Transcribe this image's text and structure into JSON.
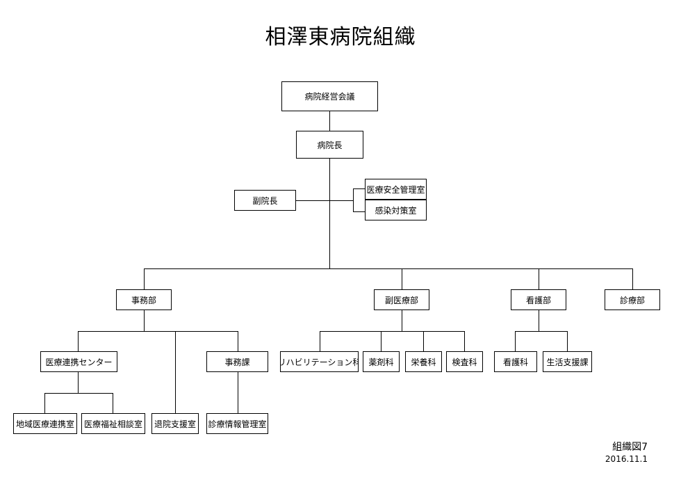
{
  "title": "相澤東病院組織",
  "nodes": {
    "management_council": "病院経営会議",
    "director": "病院長",
    "vice_director": "副院長",
    "medical_safety": "医療安全管理室",
    "infection_control": "感染対策室",
    "admin_dept": "事務部",
    "vice_medical_dept": "副医療部",
    "nursing_dept": "看護部",
    "clinical_dept": "診療部",
    "regional_liaison_center": "医療連携センター",
    "discharge_support": "退院支援室",
    "admin_section": "事務課",
    "regional_liaison_room": "地域医療連携室",
    "welfare_consult_room": "医療福祉相談室",
    "medical_info_room": "診療情報管理室",
    "rehab": "リハビリテーション科",
    "pharmacy": "薬剤科",
    "nutrition": "栄養科",
    "laboratory": "検査科",
    "nursing_section": "看護科",
    "life_support_section": "生活支援課"
  },
  "footer": {
    "figure_label": "組織図7",
    "date": "2016.11.1"
  }
}
